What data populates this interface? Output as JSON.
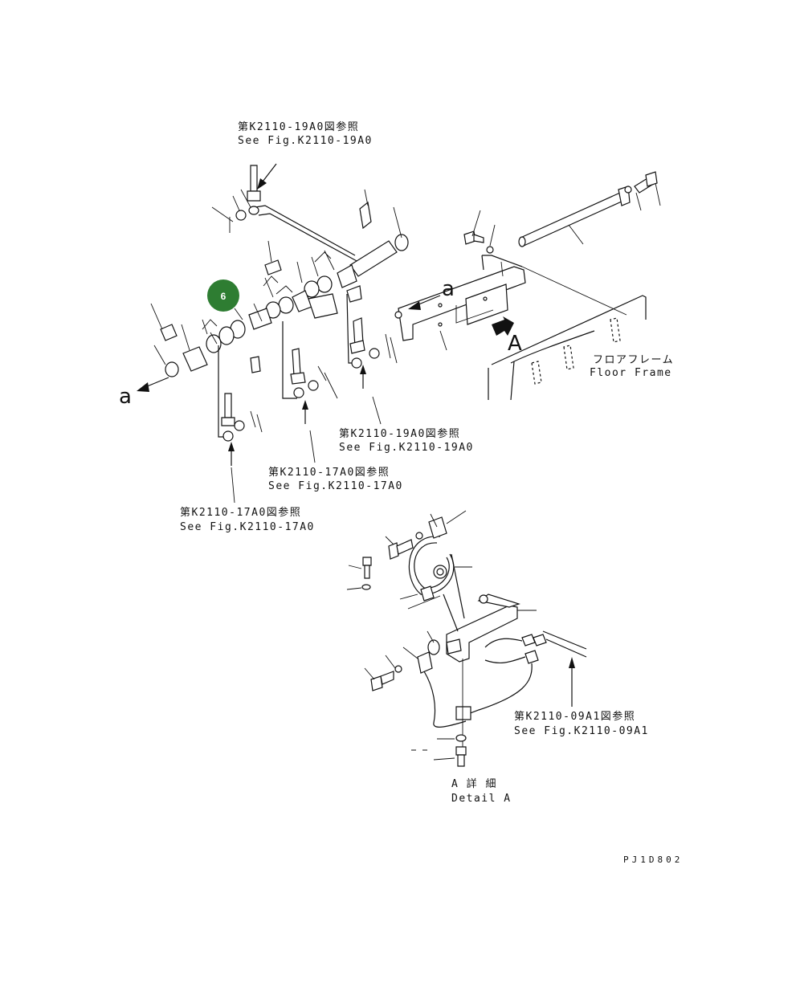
{
  "references": [
    {
      "jp": "第K2110-19A0図参照",
      "en": "See Fig.K2110-19A0"
    },
    {
      "jp": "第K2110-19A0図参照",
      "en": "See Fig.K2110-19A0"
    },
    {
      "jp": "第K2110-17A0図参照",
      "en": "See Fig.K2110-17A0"
    },
    {
      "jp": "第K2110-17A0図参照",
      "en": "See Fig.K2110-17A0"
    },
    {
      "jp": "第K2110-09A1図参照",
      "en": "See Fig.K2110-09A1"
    }
  ],
  "floor_frame": {
    "jp": "フロアフレーム",
    "en": "Floor Frame"
  },
  "detail": {
    "jp": "A 詳 細",
    "en": "Detail A"
  },
  "view_marks": {
    "a_left": "a",
    "a_top": "a",
    "A": "A"
  },
  "badge": {
    "label": "6",
    "color": "#2e7d32"
  },
  "drawing_code": "PJ1D802"
}
